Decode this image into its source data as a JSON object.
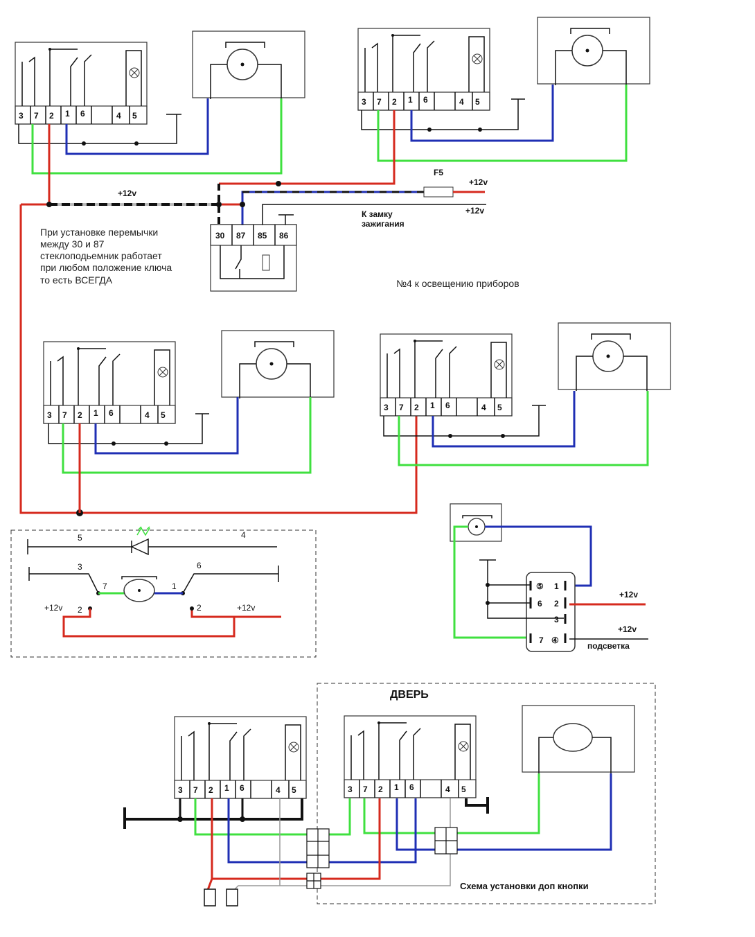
{
  "labels": {
    "plus12_main": "+12v",
    "plus12_fuse": "+12v",
    "plus12_ign": "+12v",
    "fuse": "F5",
    "to_ignition_1": "К замку",
    "to_ignition_2": "зажигания",
    "relay_pins": [
      "30",
      "87",
      "85",
      "86"
    ],
    "note_lines": [
      "При установке перемычки",
      "между 30 и 87",
      "стеклоподьемник работает",
      "при любом положение ключа",
      "то есть ВСЕГДА"
    ],
    "note4": "№4 к освещению приборов",
    "switch_pins": [
      "3",
      "7",
      "2",
      "1",
      "6",
      "4",
      "5"
    ],
    "schematic": {
      "p5": "5",
      "p4": "4",
      "p3": "3",
      "p7": "7",
      "p1": "1",
      "p6": "6",
      "p2a": "2",
      "p2b": "2",
      "v1": "+12v",
      "v2": "+12v"
    },
    "small_switch": {
      "row1": [
        "⑤",
        "1"
      ],
      "row2": [
        "6",
        "2"
      ],
      "row3": "3",
      "row4": [
        "7",
        "④"
      ],
      "plus12a": "+12v",
      "plus12b": "+12v",
      "backlight": "подсветка"
    },
    "door": "ДВЕРЬ",
    "extra_button": "Схема установки доп кнопки"
  },
  "colors": {
    "red": "#d62a1e",
    "blue": "#1f2fb4",
    "green": "#3fe03f",
    "black": "#111111"
  }
}
